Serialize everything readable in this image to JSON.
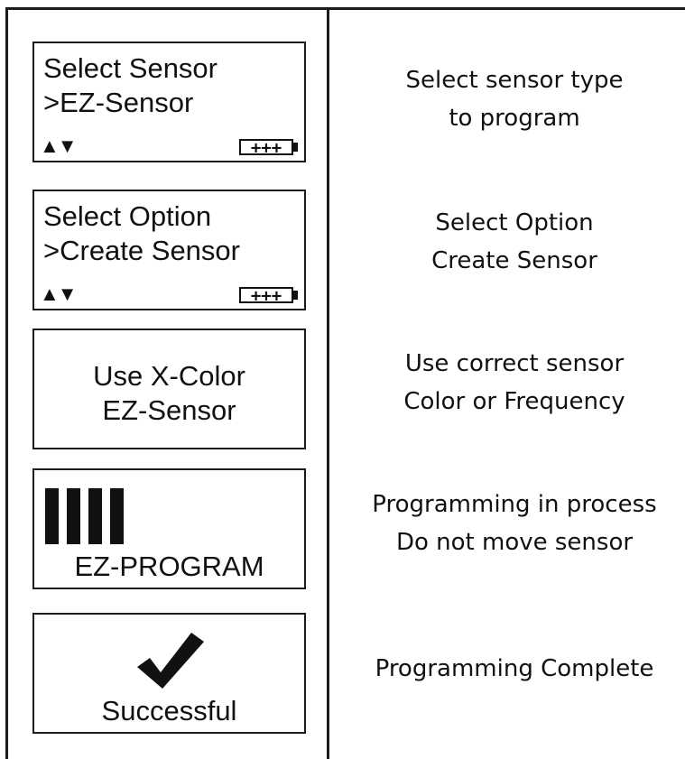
{
  "screens": [
    {
      "line1": "Select Sensor",
      "line2": ">EZ-Sensor",
      "arrows": "▲▼",
      "battery": "+++"
    },
    {
      "line1": "Select Option",
      "line2": ">Create Sensor",
      "arrows": "▲▼",
      "battery": "+++"
    },
    {
      "line1": "Use X-Color",
      "line2": "EZ-Sensor"
    },
    {
      "label": "EZ-PROGRAM",
      "progress_bars": 4
    },
    {
      "label": "Successful",
      "icon": "checkmark-icon"
    }
  ],
  "descriptions": [
    {
      "line1": "Select sensor type",
      "line2": "to program"
    },
    {
      "line1": "Select Option",
      "line2": "Create Sensor"
    },
    {
      "line1": "Use correct sensor",
      "line2": "Color or Frequency"
    },
    {
      "line1": "Programming in process",
      "line2": "Do not move sensor"
    },
    {
      "line1": "Programming Complete"
    }
  ]
}
